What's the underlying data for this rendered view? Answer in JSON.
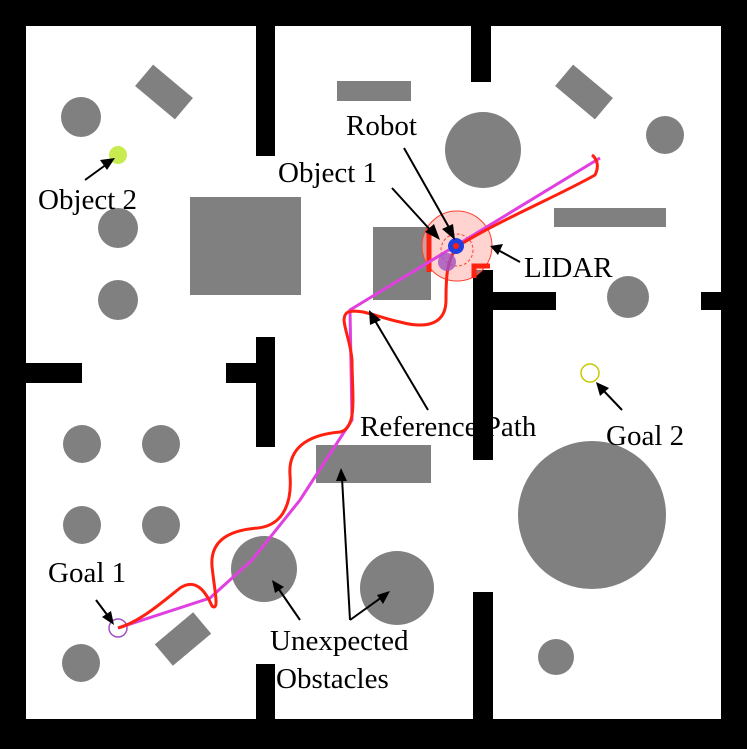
{
  "labels": {
    "robot": "Robot",
    "object1": "Object 1",
    "object2": "Object 2",
    "lidar": "LIDAR",
    "reference_path": "Reference Path",
    "goal1": "Goal 1",
    "goal2": "Goal 2",
    "unexpected_line1": "Unexpected",
    "unexpected_line2": "Obstacles"
  },
  "colors": {
    "wall": "#000000",
    "obstacle": "#808080",
    "reference_path": "#e040e0",
    "robot_trajectory": "#ff2010",
    "lidar_fill": "#ffb8b0",
    "object2_marker": "#c8ec50",
    "goal2_marker": "#c8c800",
    "goal1_marker": "#a050c0",
    "robot_body": "#2040e0"
  }
}
